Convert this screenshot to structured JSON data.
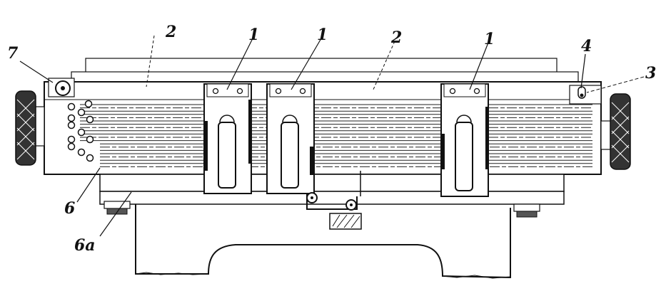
{
  "figure": {
    "labels": {
      "l7": "7",
      "l2a": "2",
      "l1a": "1",
      "l1b": "1",
      "l2b": "2",
      "l1c": "1",
      "l4": "4",
      "l3": "3",
      "l6": "6",
      "l6a": "6a"
    }
  }
}
